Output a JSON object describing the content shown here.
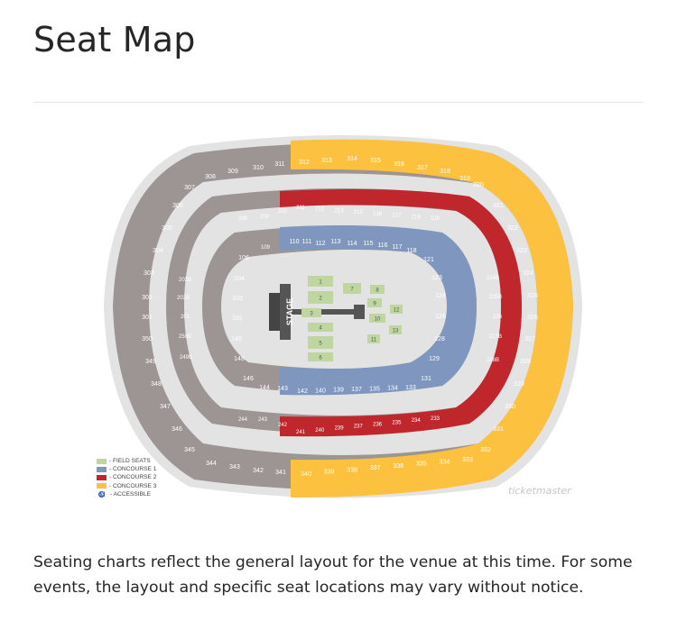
{
  "page": {
    "title": "Seat Map",
    "footnote": "Seating charts reflect the general layout for the venue at this time. For some events, the layout and specific seat locations may vary without notice."
  },
  "colors": {
    "field": "#bfd6a0",
    "concourse1": "#7f97be",
    "concourse2": "#c0272d",
    "concourse3": "#fcc23f",
    "unavailable": "#9d9494",
    "outline": "#dcdcdc"
  },
  "legend": [
    {
      "label": "- FIELD SEATS",
      "color": "#bfd6a0"
    },
    {
      "label": "- CONCOURSE 1",
      "color": "#7f97be"
    },
    {
      "label": "- CONCOURSE 2",
      "color": "#c0272d"
    },
    {
      "label": "- CONCOURSE 3",
      "color": "#fcc23f"
    },
    {
      "label": "- ACCESSIBLE",
      "icon": "accessible-icon"
    }
  ],
  "brand": "ticketmaster",
  "stage_label": "STAGE",
  "sections": {
    "upper_gray_top": [
      "307",
      "308",
      "309",
      "310",
      "311"
    ],
    "upper_yellow_top": [
      "312",
      "313",
      "314",
      "315",
      "316",
      "317",
      "318",
      "319",
      "320"
    ],
    "upper_gray_left": [
      "306",
      "305",
      "304",
      "303",
      "302",
      "301",
      "350",
      "349",
      "348",
      "347",
      "346",
      "345"
    ],
    "upper_yellow_right": [
      "321",
      "322",
      "323",
      "324",
      "325",
      "326",
      "327",
      "328",
      "329",
      "330",
      "331",
      "332"
    ],
    "upper_gray_bottom": [
      "344",
      "343",
      "342",
      "341"
    ],
    "upper_yellow_bottom": [
      "340",
      "339",
      "338",
      "337",
      "336",
      "335",
      "334",
      "333"
    ],
    "mezz_gray_top": [
      "208",
      "209",
      "210"
    ],
    "mezz_red_top": [
      "211",
      "212",
      "213",
      "215",
      "216",
      "217",
      "218",
      "219"
    ],
    "mezz_gray_left": [
      "203B",
      "202B",
      "201",
      "250B",
      "249B"
    ],
    "mezz_red_right": [
      "224B",
      "225B",
      "226",
      "227B",
      "228B"
    ],
    "mezz_gray_bottom": [
      "244",
      "243",
      "242"
    ],
    "mezz_red_bottom": [
      "241",
      "240",
      "239",
      "237",
      "236",
      "235",
      "234",
      "233"
    ],
    "lower_gray_top": [
      "109"
    ],
    "lower_blue_top": [
      "110",
      "111",
      "112",
      "113",
      "114",
      "115",
      "116",
      "117",
      "118"
    ],
    "lower_gray_left": [
      "106",
      "104",
      "103",
      "101",
      "149",
      "148",
      "146",
      "144",
      "143"
    ],
    "lower_blue_right": [
      "121",
      "123",
      "124",
      "126",
      "128",
      "129",
      "131"
    ],
    "lower_blue_bottom": [
      "142",
      "140",
      "139",
      "137",
      "135",
      "134",
      "133"
    ],
    "field": [
      "1",
      "2",
      "3",
      "4",
      "5",
      "6",
      "7",
      "8",
      "9",
      "10",
      "11",
      "12",
      "13"
    ]
  }
}
